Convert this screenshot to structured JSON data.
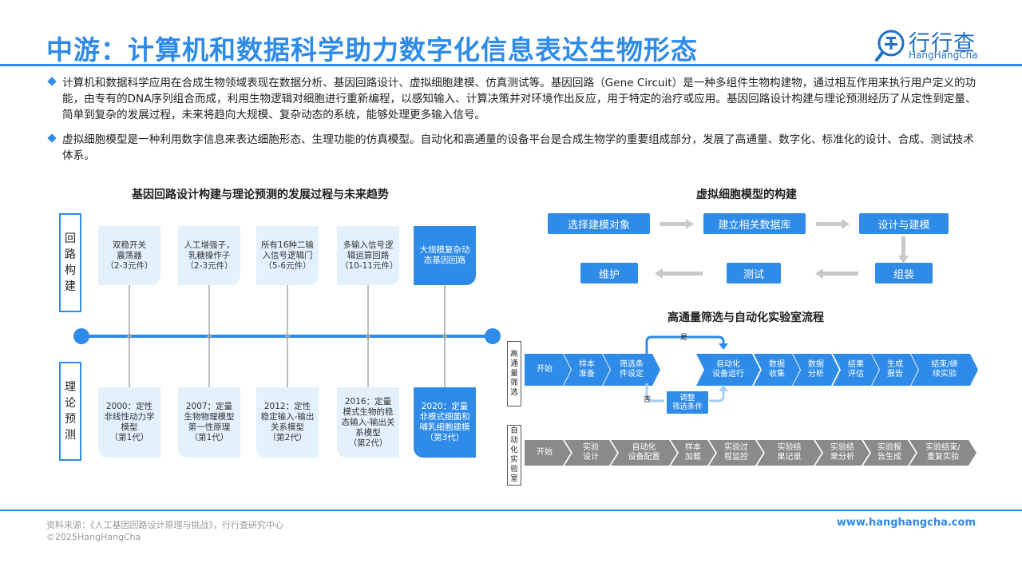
{
  "header": {
    "title": "中游：计算机和数据科学助力数字化信息表达生物形态",
    "logo_name": "行行查",
    "logo_sub": "HangHangCha"
  },
  "bullets": [
    "计算机和数据科学应用在合成生物领域表现在数据分析、基因回路设计、虚拟细胞建模、仿真测试等。基因回路（Gene Circuit）是一种多组件生物构建物，通过相互作用来执行用户定义的功能，由专有的DNA序列组合而成，利用生物逻辑对细胞进行重新编程，以感知输入、计算决策并对环境作出反应，用于特定的治疗或应用。基因回路设计构建与理论预测经历了从定性到定量、简单到复杂的发展过程，未来将趋向大规模、复杂动态的系统，能够处理更多输入信号。",
    "虚拟细胞模型是一种利用数字信息来表达细胞形态、生理功能的仿真模型。自动化和高通量的设备平台是合成生物学的重要组成部分，发展了高通量、数字化、标准化的设计、合成、测试技术体系。"
  ],
  "timeline": {
    "title": "基因回路设计构建与理论预测的发展过程与未来趋势",
    "top_label": "回路构建",
    "bottom_label": "理论预测",
    "top_cards": [
      "双稳开关\n震荡器\n（2-3元件）",
      "人工增强子，\n乳糖操作子\n（2-3元件）",
      "所有16种二输\n入信号逻辑门\n（5-6元件）",
      "多输入信号逻\n辑运算回路\n（10-11元件）",
      "大规模复杂动\n态基因回路"
    ],
    "bottom_cards": [
      "2000：定性\n非线性动力学\n模型\n（第1代）",
      "2007：定量\n生物物理模型\n第一性原理\n（第1代）",
      "2012：定性\n稳定输入-输出\n关系模型\n（第2代）",
      "2016：定量\n模式生物的稳\n态输入-输出关\n系模型\n（第2代）",
      "2020：定量\n非模式细菌和\n哺乳细胞建模\n（第3代）"
    ]
  },
  "virtual_cell": {
    "title": "虚拟细胞模型的构建",
    "steps": [
      "选择建模对象",
      "建立相关数据库",
      "设计与建模",
      "组装",
      "测试",
      "维护"
    ]
  },
  "screening": {
    "title": "高通量筛选与自动化实验室流程",
    "row1_label": "高通量筛选",
    "row1_steps": [
      "开始",
      "样本\n准备",
      "筛选条\n件设定",
      "自动化\n设备运行",
      "数据\n收集",
      "数据\n分析",
      "结果\n评估",
      "生成\n报告",
      "结束/继\n续实验"
    ],
    "yes_label": "是",
    "no_label": "否",
    "adjust_label": "调整\n筛选条件",
    "row2_label": "自动化实验室",
    "row2_steps": [
      "开始",
      "实验\n设计",
      "自动化\n设备配置",
      "样本\n加载",
      "实验过\n程监控",
      "实验结\n果记录",
      "实验结\n果分析",
      "实验报\n告生成",
      "实验结束/\n重复实验"
    ]
  },
  "footer": {
    "source": "资料来源：《人工基因回路设计原理与挑战》，行行查研究中心",
    "copyright": "©2025HangHangCha",
    "url": "www.hanghangcha.com"
  },
  "colors": {
    "accent": "#2e8be8",
    "light": "#e3f1fd",
    "gray_chevron": "#8a8a8a"
  }
}
